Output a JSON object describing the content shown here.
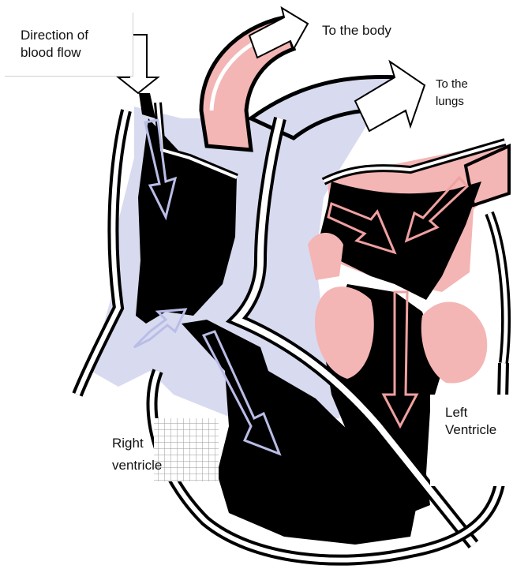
{
  "labels": {
    "direction": "Direction of\nblood flow",
    "to_body": "To the body",
    "to_lungs": "To the\nlungs",
    "left_ventricle": "Left\nVentricle",
    "right_ventricle": "Right\nventricle"
  },
  "colors": {
    "deoxygenated": "#d8daf0",
    "oxygenated": "#f4b5b5",
    "chamber": "#000000",
    "wall": "#ffffff"
  }
}
